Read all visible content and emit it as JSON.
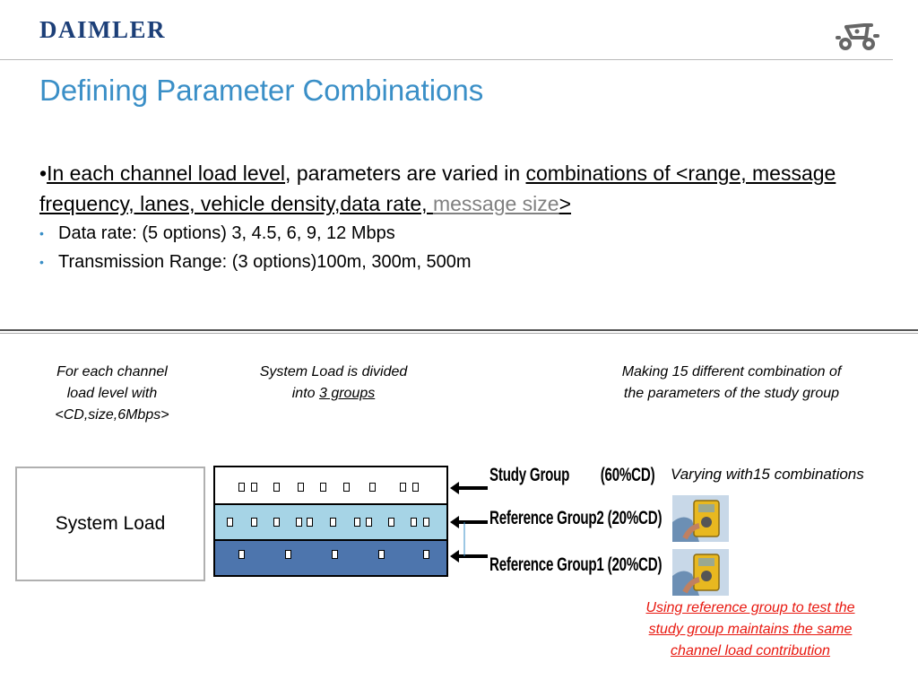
{
  "header": {
    "logo_text": "DAIMLER",
    "icon": "car-icon"
  },
  "title": "Defining Parameter Combinations",
  "bullets": {
    "main": {
      "part1_underlined": "In each channel load level",
      "part2": ", parameters are varied in ",
      "part3_underlined": "combinations of <range, message frequency, lanes, vehicle density,data rate, ",
      "part4_gray_underlined": "message size",
      "part5_underlined": ">"
    },
    "sub": [
      "Data rate: (5 options) 3, 4.5, 6, 9, 12 Mbps",
      "Transmission Range:  (3 options)100m, 300m, 500m"
    ]
  },
  "notes": {
    "left_line1": "For each channel",
    "left_line2": "load level with",
    "left_line3": "<CD,size,6Mbps>",
    "middle_line1": "System Load is divided",
    "middle_line2_prefix": "into ",
    "middle_line2_underlined": "3 groups",
    "right_line1": "Making 15 different combination of",
    "right_line2": "the parameters of the study group"
  },
  "diagram": {
    "system_load_label": "System Load",
    "groups": [
      {
        "name": "Study Group",
        "share": "(60%CD)",
        "color": "#ffffff"
      },
      {
        "name": "Reference Group2",
        "share": "(20%CD)",
        "color": "#a6d4e6"
      },
      {
        "name": "Reference Group1",
        "share": "(20%CD)",
        "color": "#4d75ad"
      }
    ],
    "varying_text": "Varying with15 combinations",
    "red_line1": "Using reference group to test the",
    "red_line2": "study group maintains the same",
    "red_line3": "channel load contribution",
    "red_color": "#e8180f"
  }
}
